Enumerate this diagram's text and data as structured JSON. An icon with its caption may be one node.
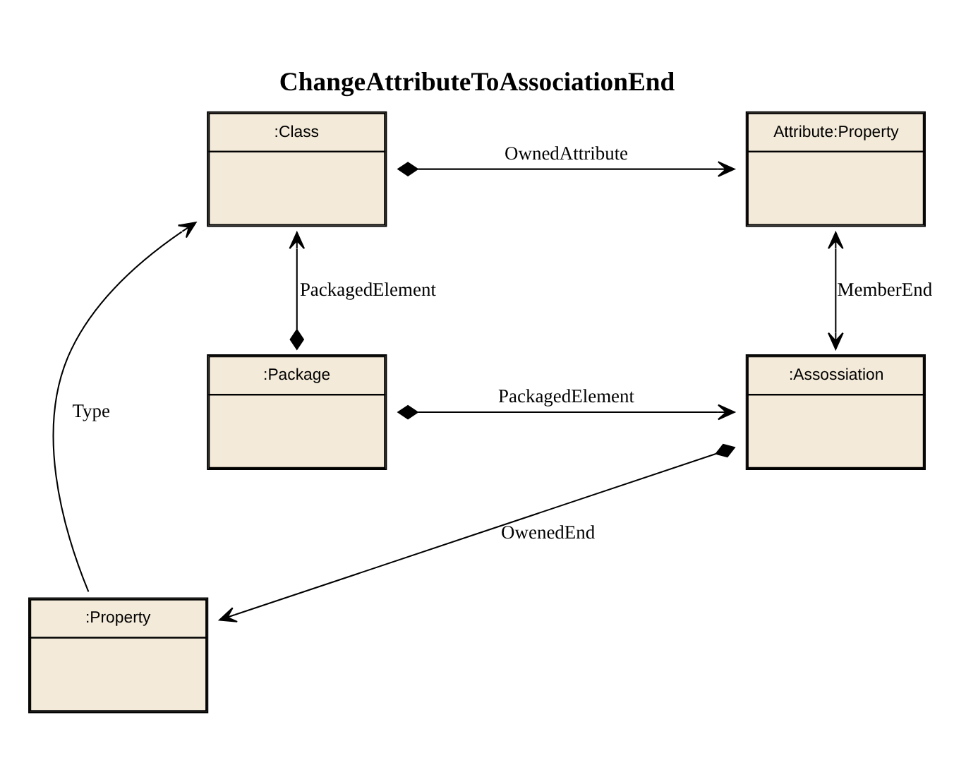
{
  "diagram": {
    "title": "ChangeAttributeToAssociationEnd",
    "nodes": [
      {
        "text": [
          ":Class"
        ]
      },
      {
        "text": [
          "Attribute:Property"
        ]
      },
      {
        "text": [
          ":Property"
        ]
      },
      {
        "text": [
          ":Package"
        ]
      },
      {
        "text": [
          ":Assossiation"
        ]
      }
    ],
    "edges": [
      {
        "from": 0,
        "to": 1,
        "arrow": "to",
        "label": "OwnedAttribute"
      },
      {
        "from": 2,
        "to": 0,
        "arrow": "to",
        "label": "Type"
      },
      {
        "from": 3,
        "to": 0,
        "arrow": "to",
        "label": "PackagedElement"
      },
      {
        "from": 1,
        "to": 4,
        "arrow": "both",
        "label": "MemberEnd"
      },
      {
        "from": 4,
        "to": 2,
        "arrow": "to",
        "label": "OwenedEnd"
      },
      {
        "from": 3,
        "to": 4,
        "arrow": "to",
        "label": "PackagedElement"
      }
    ]
  }
}
